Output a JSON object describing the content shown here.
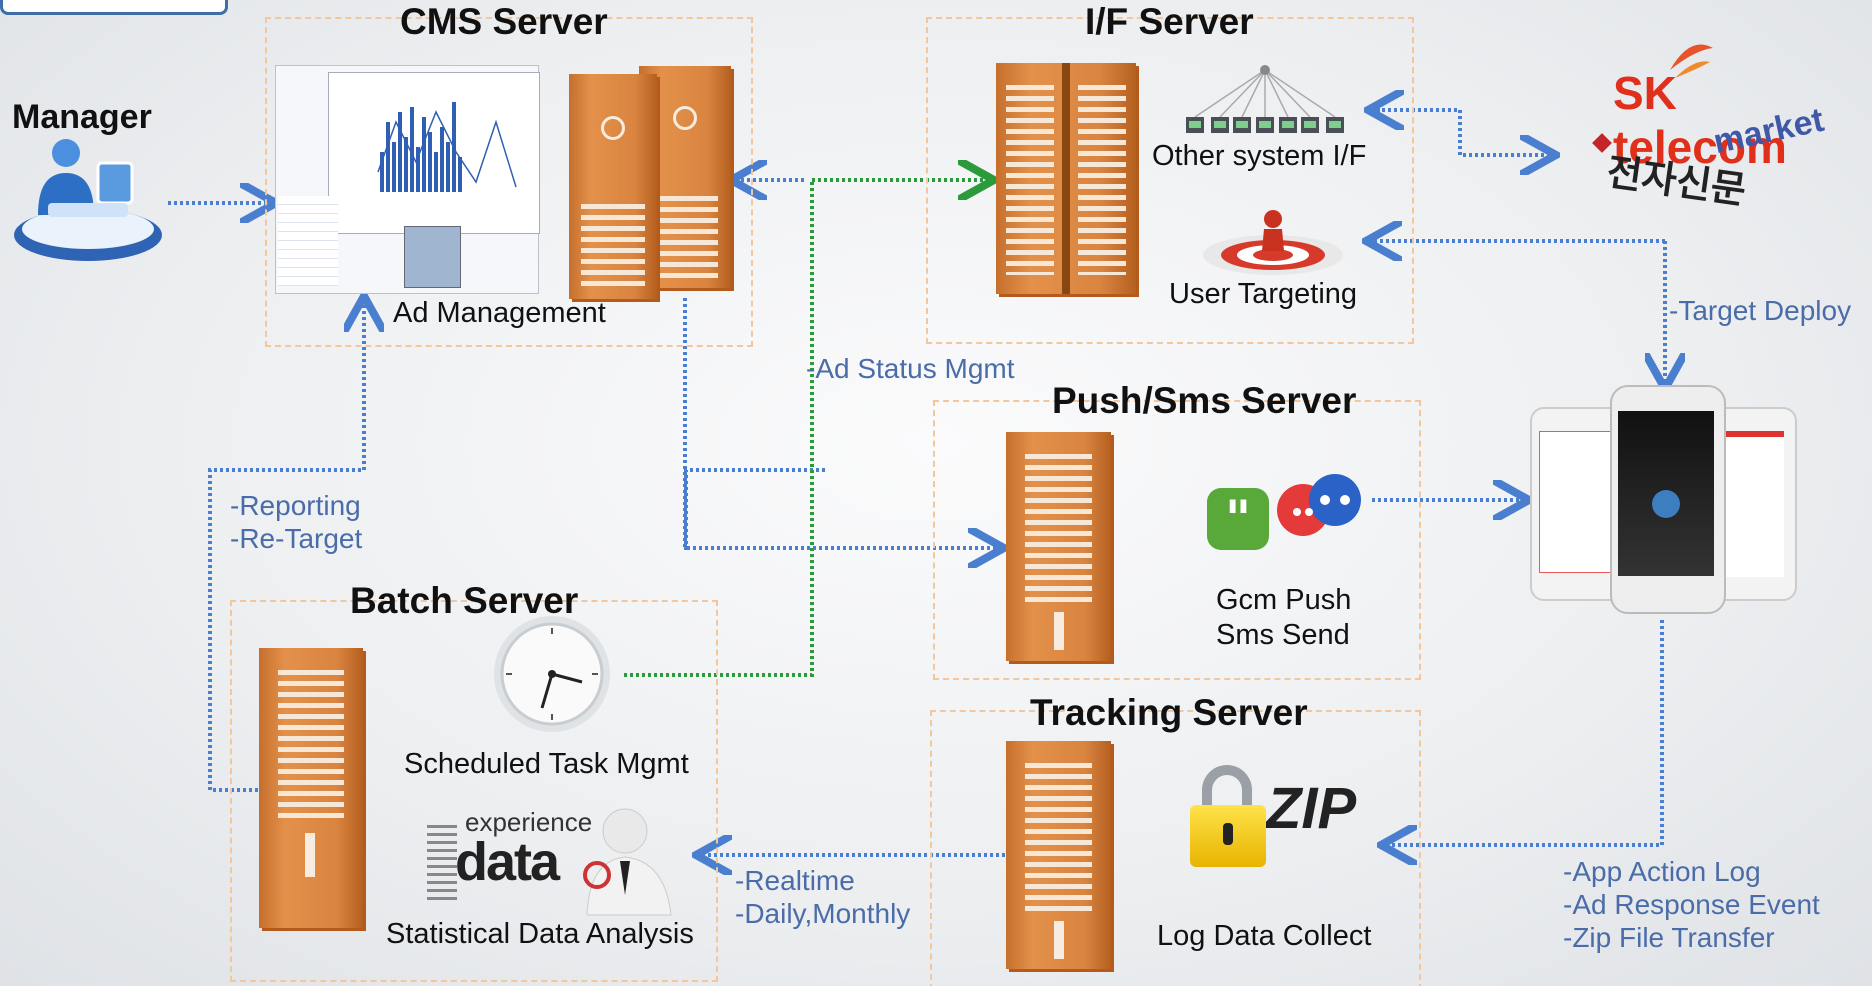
{
  "manager": {
    "label": "Manager"
  },
  "cms": {
    "title": "CMS Server",
    "caption": "Ad Management"
  },
  "ifs": {
    "title": "I/F Server",
    "other": "Other system I/F",
    "targeting": "User Targeting"
  },
  "push": {
    "title": "Push/Sms Server",
    "line1": "Gcm Push",
    "line2": "Sms Send"
  },
  "batch": {
    "title": "Batch Server",
    "scheduled": "Scheduled Task Mgmt",
    "stats": "Statistical Data Analysis"
  },
  "tracking": {
    "title": "Tracking Server",
    "caption": "Log Data Collect"
  },
  "edges": {
    "ad_status": "-Ad Status Mgmt",
    "reporting": "-Reporting",
    "retarget": "-Re-Target",
    "target_deploy": "-Target Deploy",
    "realtime": "-Realtime",
    "daily": "-Daily,Monthly",
    "app_action": "-App Action Log",
    "ad_response": "-Ad Response Event",
    "zip_transfer": "-Zip File Transfer"
  },
  "logos": {
    "sk_telecom": "SK telecom",
    "market": "market",
    "korean": "전자신문"
  },
  "word_cloud": {
    "big": "data",
    "top": "experience"
  },
  "zip_text": "ZIP",
  "colors": {
    "server_orange": "#d98440",
    "box_border": "#f3c79e",
    "arrow_blue": "#4a7fd0",
    "arrow_green": "#2a9a3a",
    "label_blue": "#4a6ca8"
  }
}
